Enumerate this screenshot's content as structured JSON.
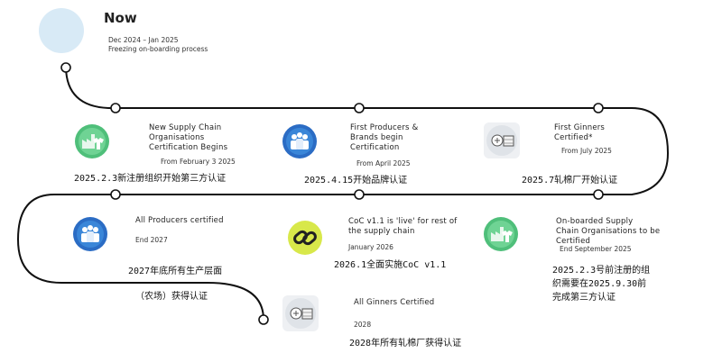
{
  "now": {
    "label": "Now",
    "date": "Dec 2024 – Jan 2025",
    "desc": "Freezing on-boarding process"
  },
  "milestones": [
    {
      "id": "sco-certification",
      "title_lines": [
        "New Supply Chain",
        "Organisations",
        "Certification Begins"
      ],
      "date": "From February 3 2025",
      "note_lines": [
        "2025.2.3新注册组织开始第三方认证"
      ],
      "icon": "factory-tshirt-icon",
      "icon_color": "#4fbf7a"
    },
    {
      "id": "producers-brands-certification",
      "title_lines": [
        "First Producers &",
        "Brands begin",
        "Certification"
      ],
      "date": "From April 2025",
      "note_lines": [
        "2025.4.15开始品牌认证"
      ],
      "icon": "people-group-icon",
      "icon_color": "#2b6cc4"
    },
    {
      "id": "ginners-certified",
      "title_lines": [
        "First Ginners",
        "Certified*"
      ],
      "date": "From July 2025",
      "note_lines": [
        "2025.7轧棉厂开始认证"
      ],
      "icon": "cotton-bale-icon",
      "icon_color": "#eef0f3"
    },
    {
      "id": "producers-certified",
      "title_lines": [
        "All Producers certified"
      ],
      "date": "End 2027",
      "note_lines": [
        "2027年底所有生产层面",
        "（农场）获得认证"
      ],
      "icon": "people-group-icon",
      "icon_color": "#2b6cc4"
    },
    {
      "id": "coc-live",
      "title_lines": [
        "CoC v1.1 is 'live' for rest of",
        "the supply chain"
      ],
      "date": "January 2026",
      "note_lines": [
        "2026.1全面实施CoC v1.1"
      ],
      "icon": "chain-link-icon",
      "icon_color": "#d8e84a"
    },
    {
      "id": "onboarded-sco-certified",
      "title_lines": [
        "On-boarded Supply",
        "Chain Organisations to be",
        "Certified"
      ],
      "date": "End September 2025",
      "note_lines": [
        "2025.2.3号前注册的组",
        "织需要在2025.9.30前",
        "完成第三方认证"
      ],
      "icon": "factory-tshirt-icon",
      "icon_color": "#4fbf7a"
    },
    {
      "id": "ginners-all-certified",
      "title_lines": [
        "All Ginners Certified"
      ],
      "date": "2028",
      "note_lines": [
        "2028年所有轧棉厂获得认证"
      ],
      "icon": "cotton-bale-icon",
      "icon_color": "#eef0f3"
    }
  ],
  "colors": {
    "path": "#111111",
    "now_circle": "#d8eaf6",
    "node_fill": "#ffffff"
  }
}
